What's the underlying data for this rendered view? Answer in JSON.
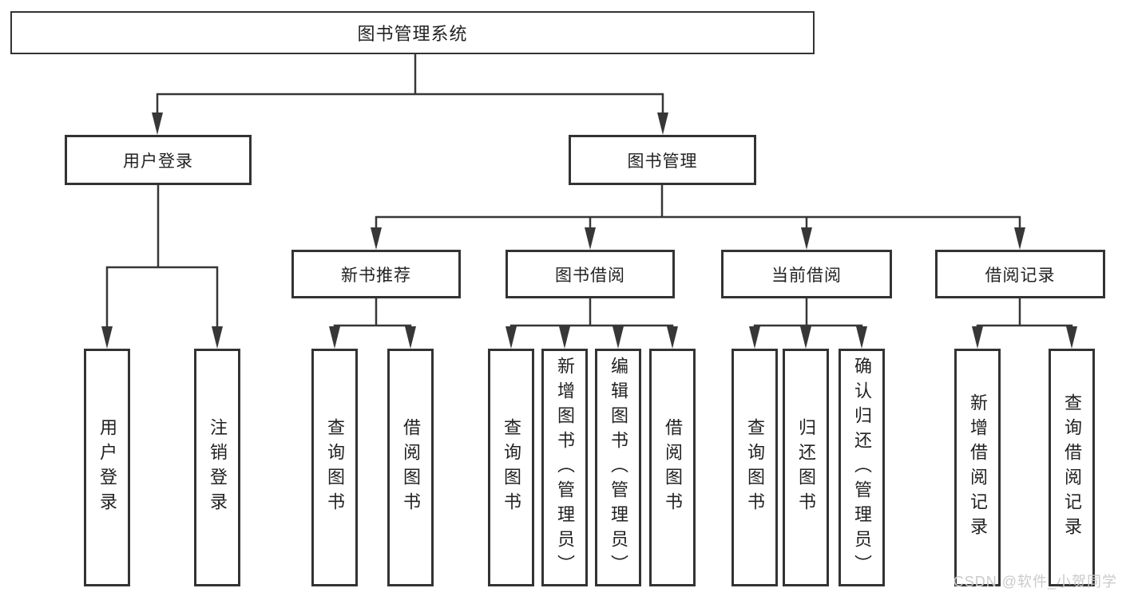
{
  "diagram": {
    "title": "图书管理系统",
    "root": {
      "label": "图书管理系统"
    },
    "branches": [
      {
        "label": "用户登录",
        "children": [
          {
            "label": "用户登录"
          },
          {
            "label": "注销登录"
          }
        ]
      },
      {
        "label": "图书管理",
        "children": [
          {
            "label": "新书推荐",
            "children": [
              {
                "label": "查询图书"
              },
              {
                "label": "借阅图书"
              }
            ]
          },
          {
            "label": "图书借阅",
            "children": [
              {
                "label": "查询图书"
              },
              {
                "label": "新增图书（管理员）"
              },
              {
                "label": "编辑图书（管理员）"
              },
              {
                "label": "借阅图书"
              }
            ]
          },
          {
            "label": "当前借阅",
            "children": [
              {
                "label": "查询图书"
              },
              {
                "label": "归还图书"
              },
              {
                "label": "确认归还（管理员）"
              }
            ]
          },
          {
            "label": "借阅记录",
            "children": [
              {
                "label": "新增借阅记录"
              },
              {
                "label": "查询借阅记录"
              }
            ]
          }
        ]
      }
    ]
  },
  "watermark": {
    "text": "CSDN @软件_小贺同学",
    "color": "#cacaca"
  },
  "colors": {
    "line": "#373737",
    "box_border": "#333333",
    "text": "#222222",
    "background": "#ffffff"
  }
}
